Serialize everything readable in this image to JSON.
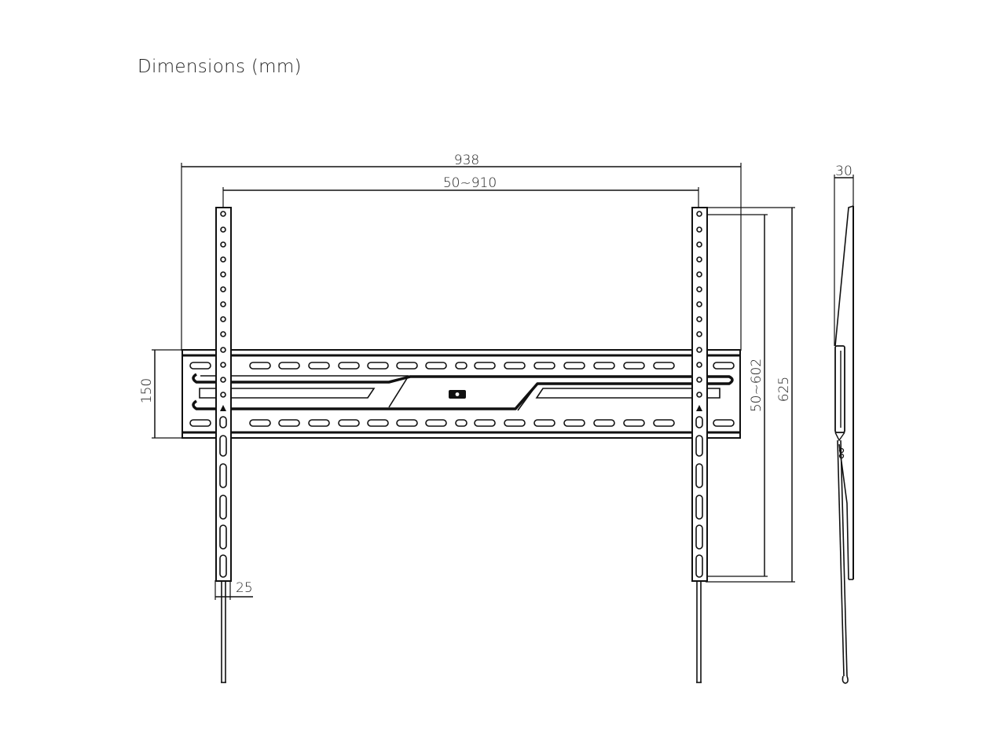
{
  "title": "Dimensions (mm)",
  "dimensions": {
    "overall_width": "938",
    "vesa_width_range": "50~910",
    "plate_height": "150",
    "vesa_height_range": "50~602",
    "overall_height": "625",
    "arm_width": "25",
    "depth": "30"
  },
  "views": {
    "front": "front-view",
    "side": "side-view"
  }
}
